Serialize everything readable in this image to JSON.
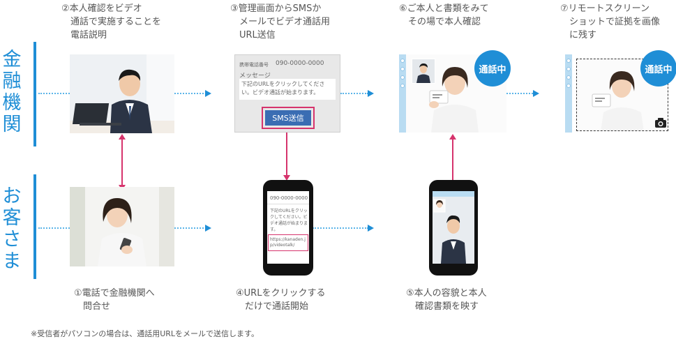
{
  "rows": {
    "bank": "金融機関",
    "customer": "お客さま"
  },
  "steps": {
    "s1": "①電話で金融機関へ\n　問合せ",
    "s2": "②本人確認をビデオ\n　通話で実施することを\n　電話説明",
    "s3": "③管理画面からSMSか\n　メールでビデオ通話用\n　URL送信",
    "s4": "④URLをクリックする\n　だけで通話開始",
    "s5": "⑤本人の容貌と本人\n　確認書類を映す",
    "s6": "⑥ご本人と書類をみて\n　その場で本人確認",
    "s7": "⑦リモートスクリーン\n　ショットで証拠を画像\n　に残す"
  },
  "admin_panel": {
    "phone_label": "携帯電話番号",
    "phone_number": "090-0000-0000",
    "message_label": "メッセージ",
    "message_text": "下記のURLをクリックしてください。ビデオ通話が始まります。",
    "send_button": "SMS送信"
  },
  "customer_phone": {
    "number": "090-0000-0000",
    "message": "下記のURLをクリックしてください。ビデオ通話が始まります。",
    "url": "https://kanaden.jp/videotalk/"
  },
  "badges": {
    "calling": "通話中"
  },
  "footnote": "※受信者がパソコンの場合は、通話用URLをメールで送信します。",
  "colors": {
    "accent": "#1f8ed6",
    "highlight": "#d6336c"
  }
}
